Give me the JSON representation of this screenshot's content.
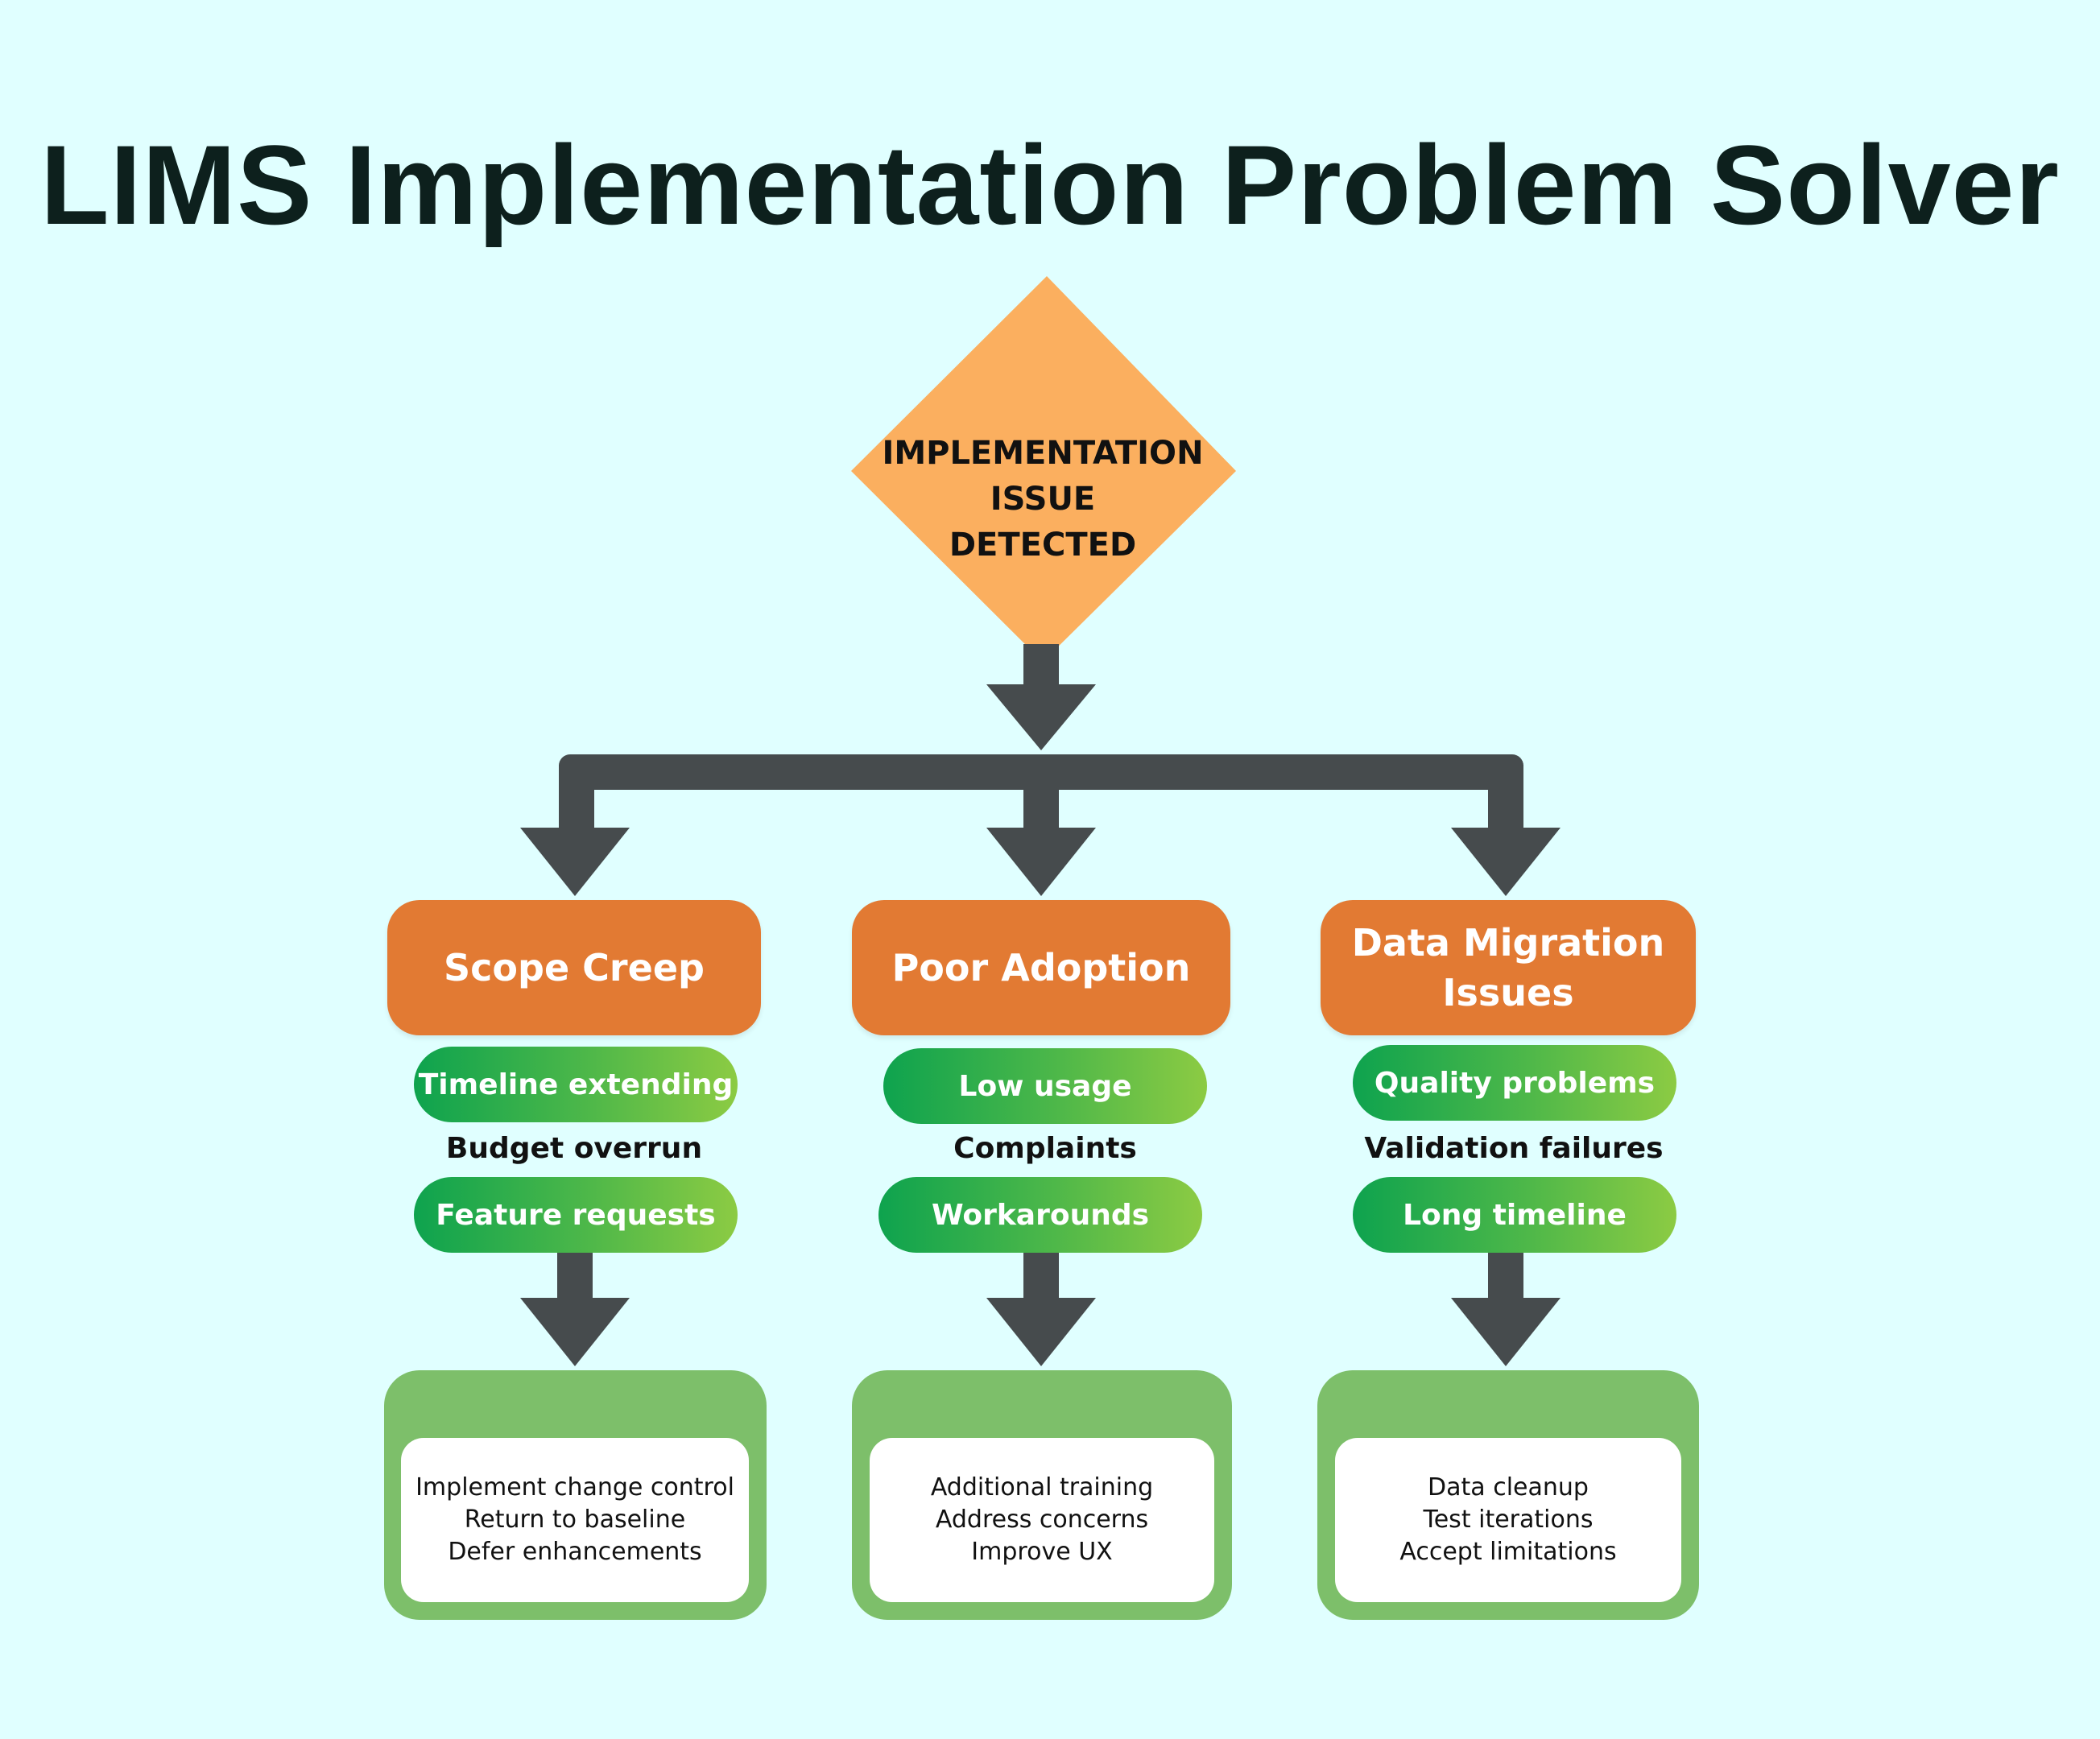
{
  "title": "LIMS Implementation Problem Solver",
  "decision": {
    "lines": [
      "IMPLEMENTATION",
      "ISSUE",
      "DETECTED"
    ]
  },
  "columns": [
    {
      "category": "Scope Creep",
      "symptoms": [
        "Timeline extending",
        "Budget overrun",
        "Feature requests"
      ],
      "solutions": [
        "Implement change control",
        "Return to baseline",
        "Defer enhancements"
      ]
    },
    {
      "category": "Poor Adoption",
      "symptoms": [
        "Low usage",
        "Complaints",
        "Workarounds"
      ],
      "solutions": [
        "Additional training",
        "Address concerns",
        "Improve UX"
      ]
    },
    {
      "category": "Data Migration Issues",
      "symptoms": [
        "Quality problems",
        "Validation failures",
        "Long timeline"
      ],
      "solutions": [
        "Data cleanup",
        "Test iterations",
        "Accept limitations"
      ]
    }
  ],
  "colors": {
    "background": "#e0ffff",
    "diamond": "#fbaf5f",
    "category": "#e27a33",
    "symptom_pill_start": "#0ea34e",
    "symptom_pill_end": "#8ccb43",
    "solution_frame": "#7dbf6a",
    "arrow": "#464b4d"
  }
}
